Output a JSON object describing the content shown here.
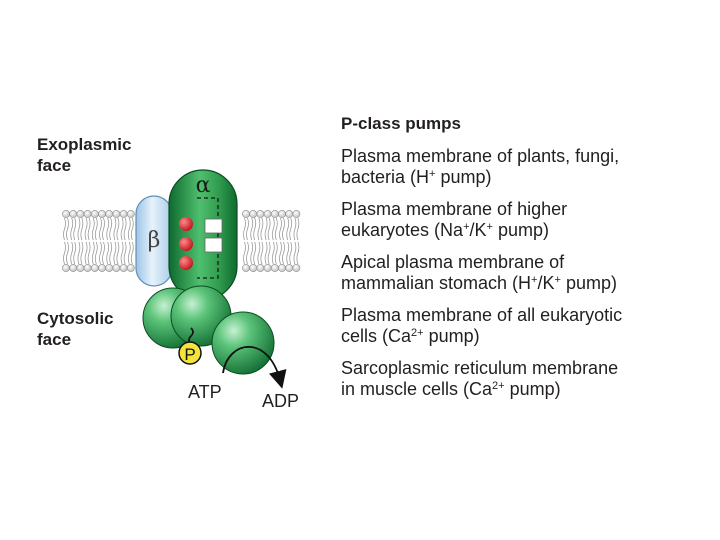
{
  "diagram": {
    "exoplasmic_face_lines": [
      "Exoplasmic",
      "face"
    ],
    "cytosolic_face_lines": [
      "Cytosolic",
      "face"
    ],
    "alpha_symbol": "α",
    "beta_symbol": "β",
    "phosphate_label": "P",
    "atp_label": "ATP",
    "adp_label": "ADP",
    "colors": {
      "alpha_subunit": "#2e9a4c",
      "beta_subunit": "#c7dff2",
      "ion_sites": "#e0202a",
      "phosphate": "#f4e33a",
      "lipid_heads": "#e9e9e9"
    }
  },
  "pump_list": {
    "title": "P-class pumps",
    "items": [
      {
        "line1": "Plasma membrane of plants, fungi,",
        "line2_before": "bacteria (H",
        "sup1": "+",
        "line2_after": " pump)"
      },
      {
        "line1": "Plasma membrane of higher",
        "line2_before": "eukaryotes (Na",
        "sup1": "+",
        "line2_mid": "/K",
        "sup2": "+",
        "line2_after": " pump)"
      },
      {
        "line1": "Apical plasma membrane of",
        "line2_before": "mammalian stomach (H",
        "sup1": "+",
        "line2_mid": "/K",
        "sup2": "+",
        "line2_after": " pump)"
      },
      {
        "line1": "Plasma membrane of all eukaryotic",
        "line2_before": "cells (Ca",
        "sup1": "2+",
        "line2_after": " pump)"
      },
      {
        "line1": "Sarcoplasmic reticulum membrane",
        "line2_before": "in muscle cells (Ca",
        "sup1": "2+",
        "line2_after": " pump)"
      }
    ]
  }
}
